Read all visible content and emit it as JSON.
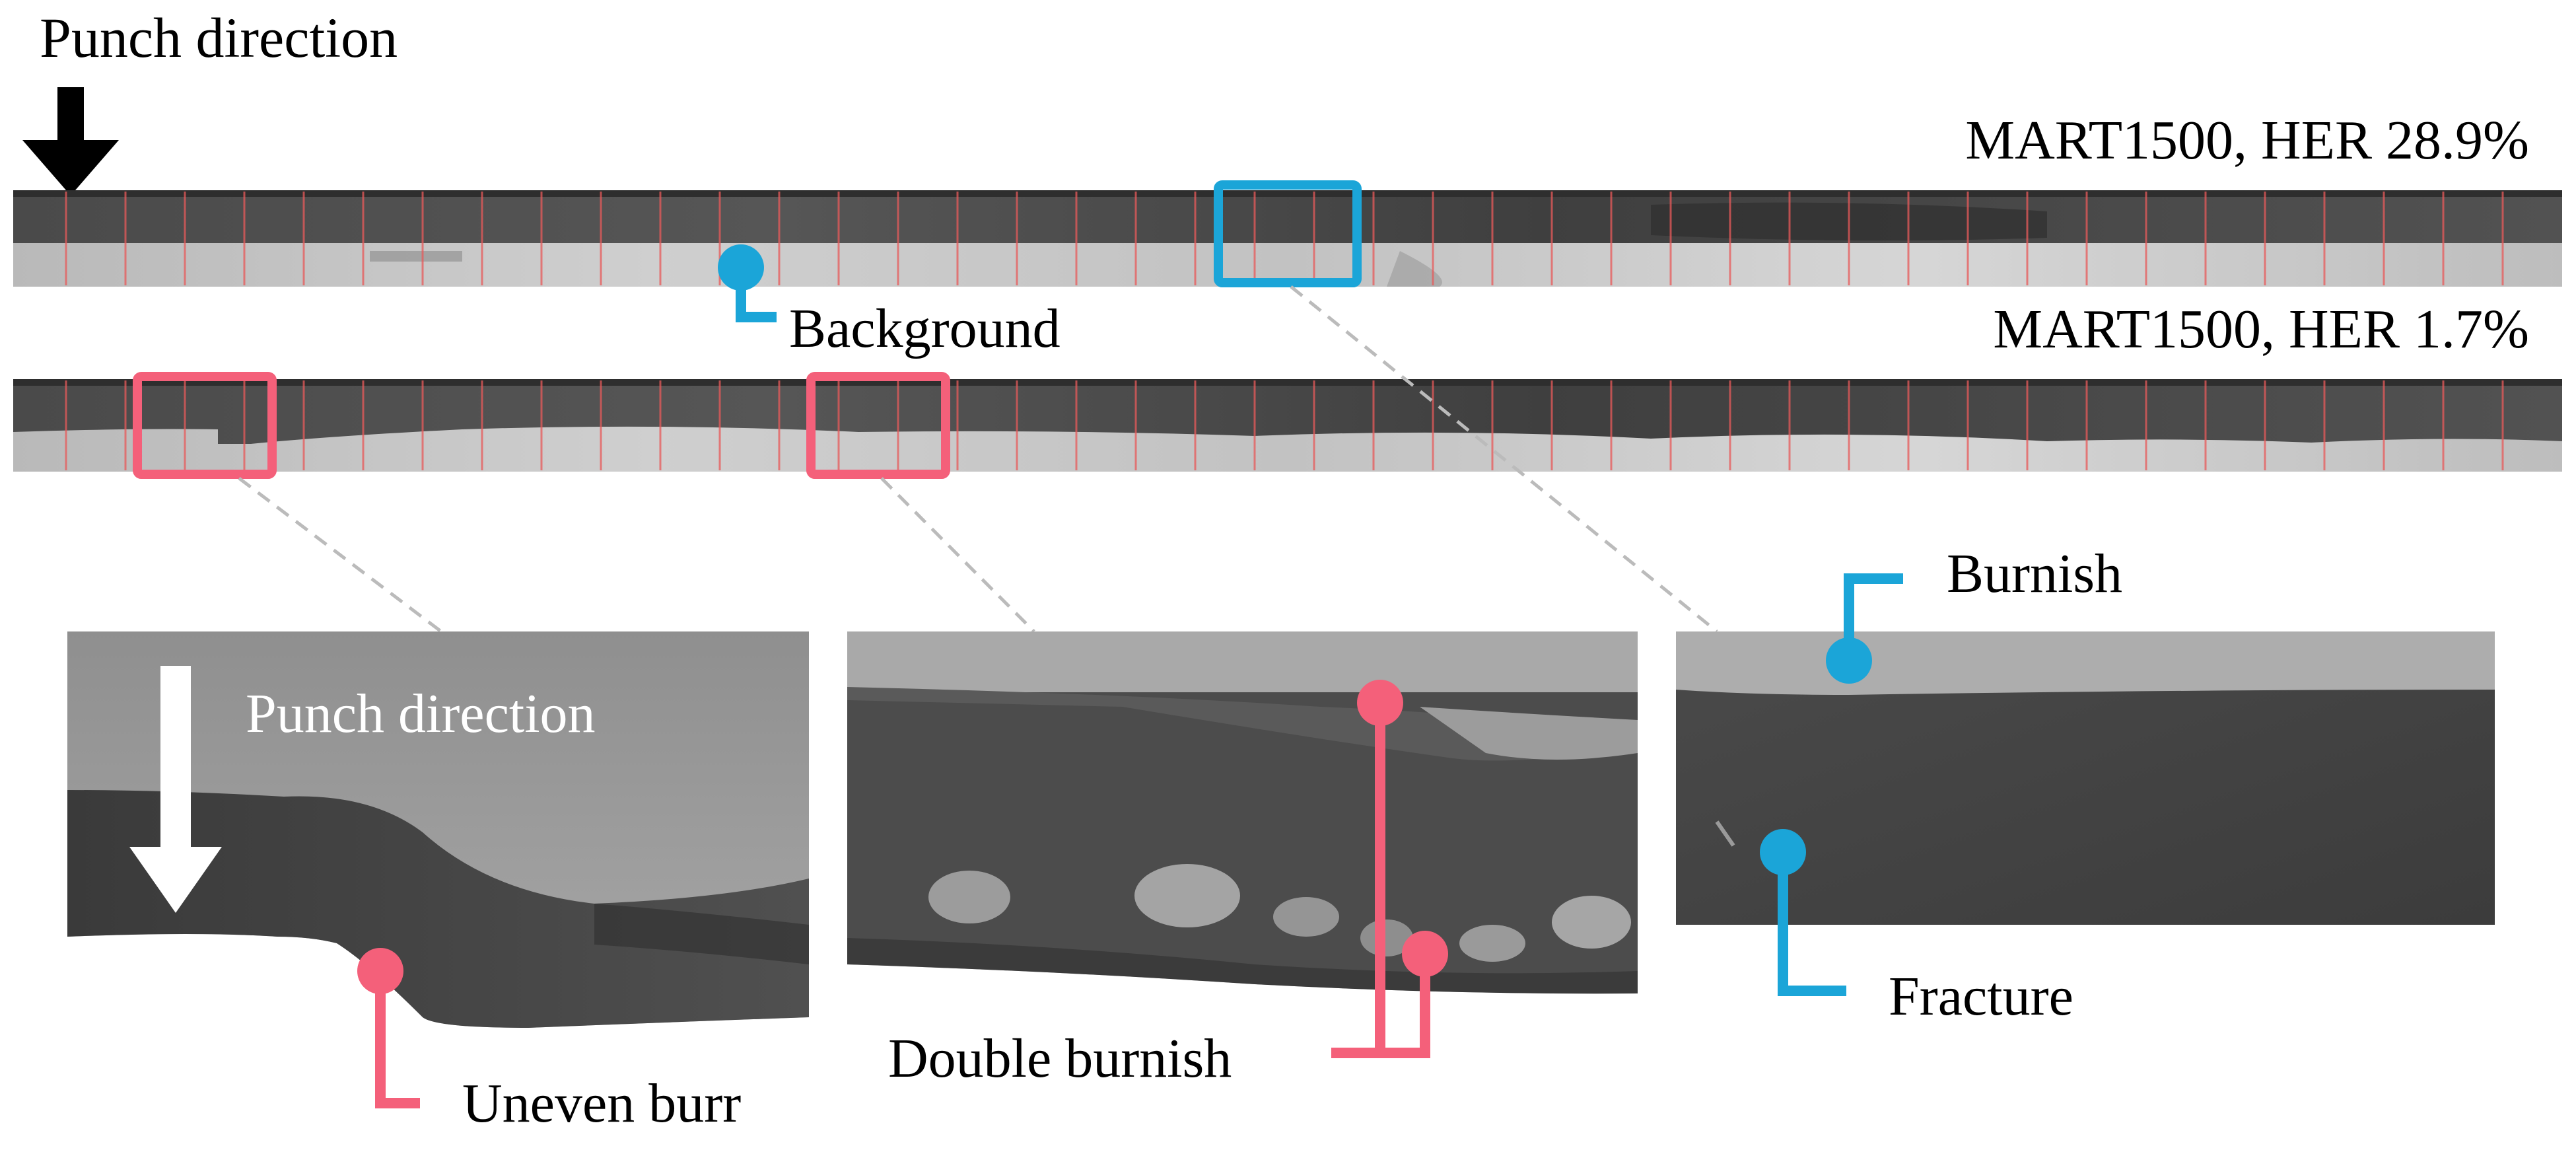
{
  "labels": {
    "punch_direction_top": "Punch direction",
    "punch_direction_inset": "Punch direction",
    "sample_high": "MART1500, HER 28.9%",
    "sample_low": "MART1500, HER 1.7%",
    "background": "Background",
    "burnish": "Burnish",
    "fracture": "Fracture",
    "uneven_burr": "Uneven burr",
    "double_burnish": "Double burnish"
  },
  "colors": {
    "blue_annotation": "#1ba5d8",
    "red_annotation": "#f4607a",
    "text": "#000000",
    "guide_line": "#bbbbbb",
    "slice_line": "#e85a5a"
  }
}
